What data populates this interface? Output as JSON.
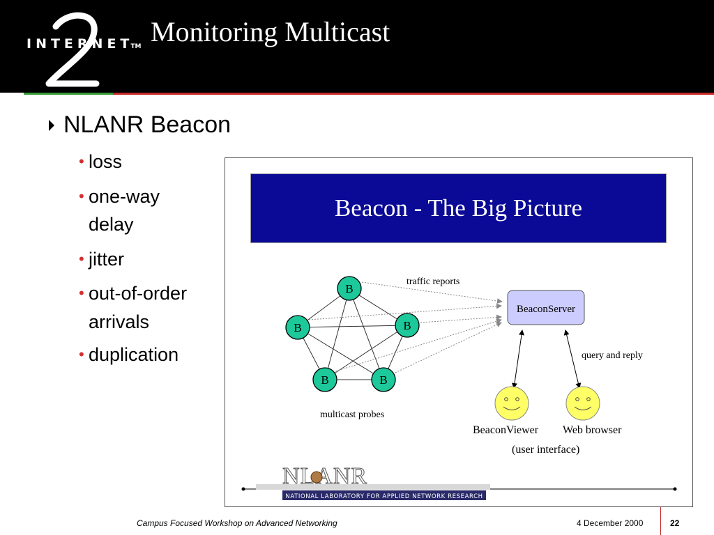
{
  "logo": {
    "brand": "INTERNET",
    "tm": "TM"
  },
  "slide": {
    "title": "Monitoring Multicast"
  },
  "bullets": {
    "main": "NLANR Beacon",
    "sub": [
      {
        "line1": "loss",
        "line2": ""
      },
      {
        "line1": "one-way",
        "line2": "delay"
      },
      {
        "line1": "jitter",
        "line2": ""
      },
      {
        "line1": "out-of-order",
        "line2": "arrivals"
      },
      {
        "line1": "duplication",
        "line2": ""
      }
    ]
  },
  "figure": {
    "banner": "Beacon - The Big Picture",
    "node_label": "B",
    "traffic_label": "traffic reports",
    "server_label": "BeaconServer",
    "query_label": "query and reply",
    "probes_label": "multicast probes",
    "viewer_label": "BeaconViewer",
    "browser_label": "Web browser",
    "ui_label": "(user interface)",
    "nlanr_logo": "NLANR",
    "nlanr_full": "NATIONAL LABORATORY FOR APPLIED NETWORK RESEARCH",
    "colors": {
      "node": "#1dc89a",
      "server": "#ccccff",
      "face": "#ffff66",
      "banner": "#0a0a96"
    }
  },
  "footer": {
    "workshop": "Campus Focused Workshop on Advanced Networking",
    "date": "4 December 2000",
    "page": "22"
  },
  "theme": {
    "header_bg": "#000000",
    "accent_red": "#c62828",
    "accent_green": "#3a9a3a",
    "bullet_red": "#d32f2f"
  }
}
